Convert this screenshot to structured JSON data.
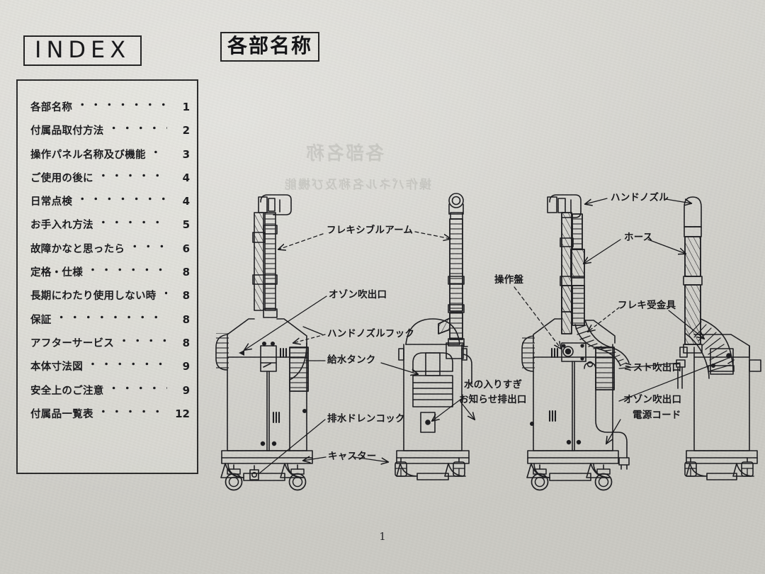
{
  "page": {
    "background_color": "#d4d3cd",
    "ink_color": "#17171a",
    "page_number": "1"
  },
  "index": {
    "heading": "INDEX",
    "items": [
      {
        "label": "各部名称",
        "page": "1"
      },
      {
        "label": "付属品取付方法",
        "page": "2"
      },
      {
        "label": "操作パネル名称及び機能",
        "page": "3"
      },
      {
        "label": "ご使用の後に",
        "page": "4"
      },
      {
        "label": "日常点検",
        "page": "4"
      },
      {
        "label": "お手入れ方法",
        "page": "5"
      },
      {
        "label": "故障かなと思ったら",
        "page": "6"
      },
      {
        "label": "定格・仕様",
        "page": "8"
      },
      {
        "label": "長期にわたり使用しない時",
        "page": "8"
      },
      {
        "label": "保証",
        "page": "8"
      },
      {
        "label": "アフターサービス",
        "page": "8"
      },
      {
        "label": "本体寸法図",
        "page": "9"
      },
      {
        "label": "安全上のご注意",
        "page": "9"
      },
      {
        "label": "付属品一覧表",
        "page": "12"
      }
    ]
  },
  "section": {
    "title": "各部名称"
  },
  "callouts": {
    "flexible_arm": "フレキシブルアーム",
    "ozone_outlet_left": "オゾン吹出口",
    "hand_nozzle_hook": "ハンドノズルフック",
    "water_tank": "給水タンク",
    "drain_cock": "排水ドレンコック",
    "caster": "キャスター",
    "overflow_line1": "水の入りすぎ",
    "overflow_line2": "お知らせ排出口",
    "hand_nozzle": "ハンドノズル",
    "hose": "ホース",
    "control_panel": "操作盤",
    "flex_bracket": "フレキ受金具",
    "mist_outlet": "ミスト吹出口",
    "ozone_outlet_right": "オゾン吹出口",
    "power_cord": "電源コード"
  },
  "bleed_through": [
    "各部名称",
    "操作パネル名称及び機能"
  ]
}
